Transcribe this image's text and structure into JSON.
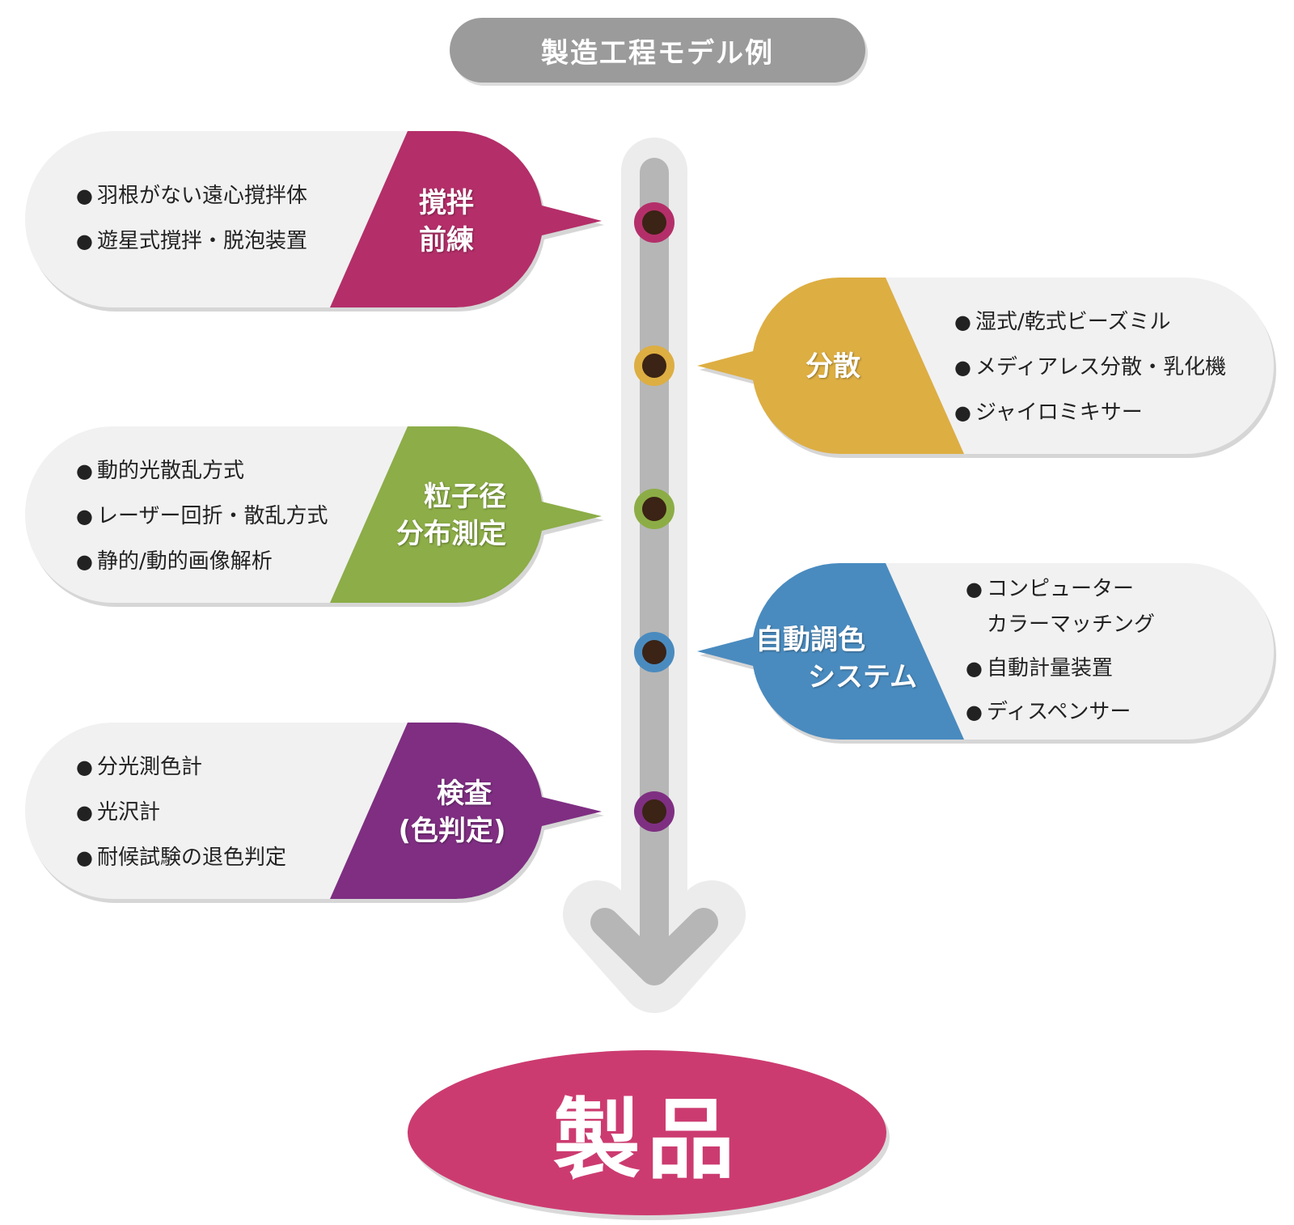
{
  "title": "製造工程モデル例",
  "colors": {
    "stirring": "#b42f69",
    "dispersion": "#ddae42",
    "particle": "#8cad46",
    "color_system": "#4a8bbf",
    "inspection": "#7f2f82",
    "product": "#cc3b70",
    "panel": "#f1f1f1",
    "track": "#b6b6b6",
    "dot_center": "#3b2315"
  },
  "stages": [
    {
      "id": "stirring",
      "label_lines": [
        "撹拌",
        "前練"
      ],
      "items": [
        {
          "lines": [
            "羽根がない遠心撹拌体"
          ]
        },
        {
          "lines": [
            "遊星式撹拌・脱泡装置"
          ]
        }
      ]
    },
    {
      "id": "dispersion",
      "label_lines": [
        "分散"
      ],
      "items": [
        {
          "lines": [
            "湿式/乾式ビーズミル"
          ]
        },
        {
          "lines": [
            "メディアレス分散・乳化機"
          ]
        },
        {
          "lines": [
            "ジャイロミキサー"
          ]
        }
      ]
    },
    {
      "id": "particle",
      "label_lines": [
        "粒子径",
        "分布測定"
      ],
      "items": [
        {
          "lines": [
            "動的光散乱方式"
          ]
        },
        {
          "lines": [
            "レーザー回折・散乱方式"
          ]
        },
        {
          "lines": [
            "静的/動的画像解析"
          ]
        }
      ]
    },
    {
      "id": "color_system",
      "label_lines": [
        "自動調色",
        "システム"
      ],
      "items": [
        {
          "lines": [
            "コンピューター",
            "カラーマッチング"
          ]
        },
        {
          "lines": [
            "自動計量装置"
          ]
        },
        {
          "lines": [
            "ディスペンサー"
          ]
        }
      ]
    },
    {
      "id": "inspection",
      "label_lines": [
        "検査",
        "(色判定)"
      ],
      "items": [
        {
          "lines": [
            "分光測色計"
          ]
        },
        {
          "lines": [
            "光沢計"
          ]
        },
        {
          "lines": [
            "耐候試験の退色判定"
          ]
        }
      ]
    }
  ],
  "bullet": "●",
  "product": "製品"
}
